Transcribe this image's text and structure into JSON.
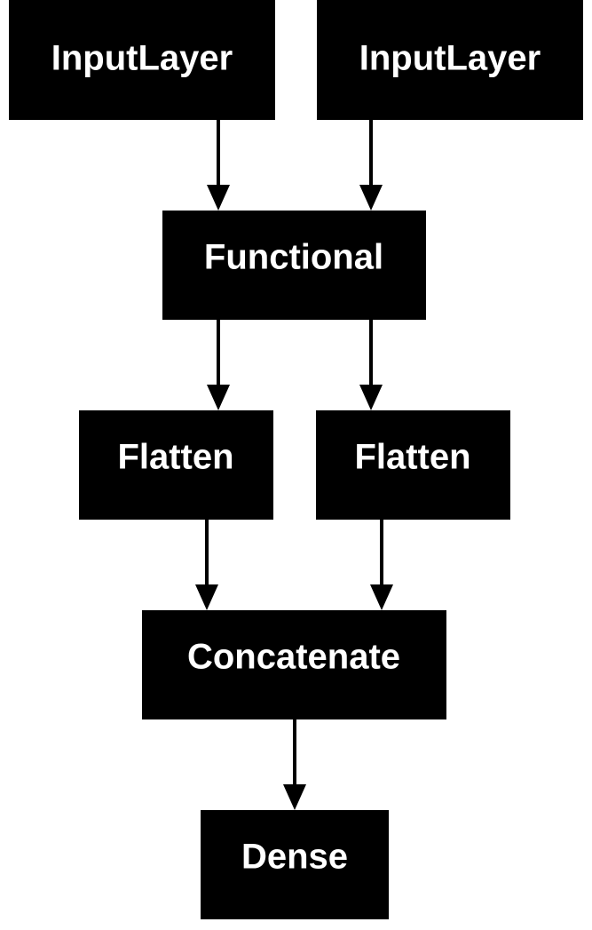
{
  "diagram": {
    "nodes": [
      {
        "id": "input-layer-1",
        "label": "InputLayer"
      },
      {
        "id": "input-layer-2",
        "label": "InputLayer"
      },
      {
        "id": "functional",
        "label": "Functional"
      },
      {
        "id": "flatten-1",
        "label": "Flatten"
      },
      {
        "id": "flatten-2",
        "label": "Flatten"
      },
      {
        "id": "concatenate",
        "label": "Concatenate"
      },
      {
        "id": "dense",
        "label": "Dense"
      }
    ],
    "edges": [
      {
        "from": "input-layer-1",
        "to": "functional"
      },
      {
        "from": "input-layer-2",
        "to": "functional"
      },
      {
        "from": "functional",
        "to": "flatten-1"
      },
      {
        "from": "functional",
        "to": "flatten-2"
      },
      {
        "from": "flatten-1",
        "to": "concatenate"
      },
      {
        "from": "flatten-2",
        "to": "concatenate"
      },
      {
        "from": "concatenate",
        "to": "dense"
      }
    ],
    "colors": {
      "node_fill": "#000000",
      "node_text": "#ffffff",
      "edge": "#000000",
      "background": "#ffffff"
    }
  }
}
